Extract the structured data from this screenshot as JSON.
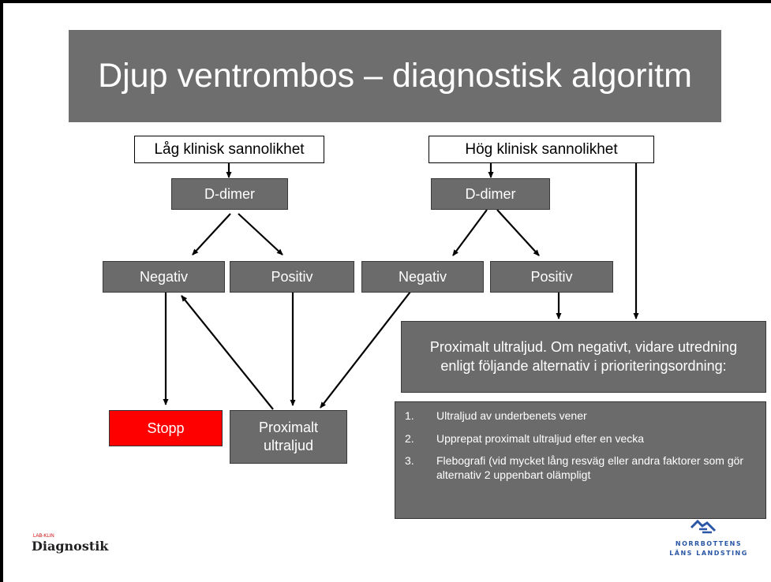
{
  "title": "Djup ventrombos – diagnostisk algoritm",
  "left": {
    "start": "Låg klinisk sannolikhet",
    "ddimer": "D-dimer",
    "negativ": "Negativ",
    "positiv": "Positiv",
    "stopp": "Stopp",
    "proximal": "Proximalt ultraljud"
  },
  "right": {
    "start": "Hög klinisk sannolikhet",
    "ddimer": "D-dimer",
    "negativ": "Negativ",
    "positiv": "Positiv",
    "ultraljud_text": "Proximalt ultraljud. Om negativt, vidare utredning enligt följande alternativ i prioriteringsordning:",
    "options": [
      {
        "num": "1.",
        "text": "Ultraljud av underbenets vener"
      },
      {
        "num": "2.",
        "text": "Upprepat proximalt ultraljud efter en vecka"
      },
      {
        "num": "3.",
        "text": "Flebografi (vid mycket lång resväg eller andra faktorer som gör alternativ 2 uppenbart olämpligt"
      }
    ]
  },
  "logos": {
    "left_small": "LAB-KLIN",
    "left": "Diagnostik",
    "right_line1": "NORRBOTTENS",
    "right_line2": "LÄNS LANDSTING"
  },
  "colors": {
    "box_gray": "#6b6b6b",
    "stop_red": "#ff0000",
    "logo_blue": "#2a57a5"
  }
}
